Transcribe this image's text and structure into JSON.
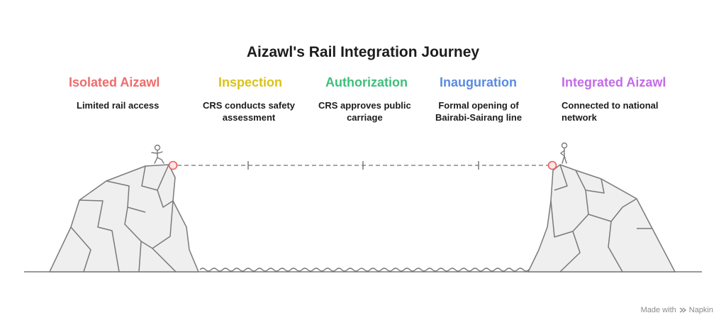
{
  "title": "Aizawl's Rail Integration Journey",
  "stages": [
    {
      "label": "Isolated Aizawl",
      "desc": [
        "Limited rail access"
      ],
      "color": "#f06b6b"
    },
    {
      "label": "Inspection",
      "desc": [
        "CRS conducts safety",
        "assessment"
      ],
      "color": "#d9c31a"
    },
    {
      "label": "Authorization",
      "desc": [
        "CRS approves public",
        "carriage"
      ],
      "color": "#3fbf7a"
    },
    {
      "label": "Inauguration",
      "desc": [
        "Formal opening of",
        "Bairabi-Sairang line"
      ],
      "color": "#5a8be0"
    },
    {
      "label": "Integrated Aizawl",
      "desc": [
        "Connected to national",
        "network"
      ],
      "color": "#c36be8"
    }
  ],
  "footer": {
    "made_with": "Made with",
    "brand": "Napkin"
  },
  "colors": {
    "cliff_fill": "#efefef",
    "cliff_stroke": "#7a7a7a",
    "marker": "#e86060",
    "bridge": "#8a8a8a"
  }
}
